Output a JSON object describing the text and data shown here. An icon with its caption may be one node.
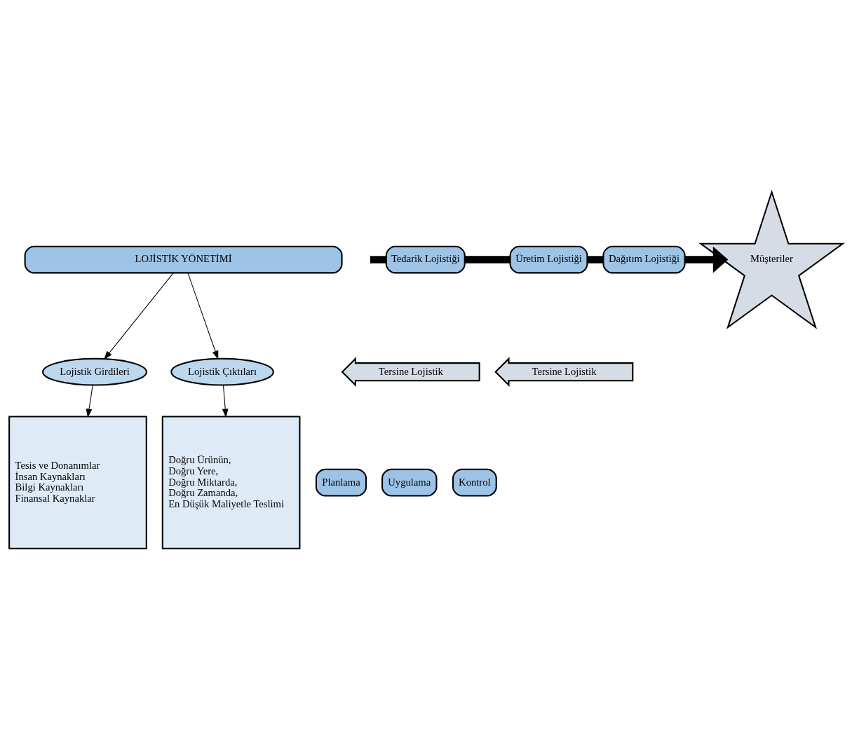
{
  "diagram": {
    "nodes": [
      {
        "text": [
          "LOJİSTİK YÖNETİMİ"
        ]
      },
      {
        "text": [
          "Lojistik Girdileri"
        ]
      },
      {
        "text": [
          "Lojistik Çıktıları"
        ]
      },
      {
        "text": [
          "Tesis ve Donanımlar",
          "İnsan Kaynakları",
          "Bilgi Kaynakları",
          "Finansal Kaynaklar"
        ]
      },
      {
        "text": [
          "Planlama"
        ]
      },
      {
        "text": [
          "Uygulama"
        ]
      },
      {
        "text": [
          "Kontrol"
        ]
      },
      {
        "text": [
          "Doğru Ürünün,",
          "Doğru Yere,",
          "Doğru Miktarda,",
          "Doğru Zamanda,",
          "En Düşük Maliyetle Teslimi"
        ]
      },
      {
        "text": [
          "Tedarik Lojistiği"
        ]
      },
      {
        "text": [
          "Üretim Lojistiği"
        ]
      },
      {
        "text": [
          "Dağıtım Lojistiği"
        ]
      },
      {
        "text": [
          "Müşteriler"
        ]
      },
      {
        "text": [
          "Tersine Lojistik"
        ]
      },
      {
        "text": [
          "Tersine Lojistik"
        ]
      }
    ],
    "edges": [
      {
        "from": 0,
        "to": 1,
        "arrow": "to"
      },
      {
        "from": 0,
        "to": 2,
        "arrow": "to"
      },
      {
        "from": 1,
        "to": 3,
        "arrow": "to"
      },
      {
        "from": 2,
        "to": 7,
        "arrow": "to"
      },
      {
        "from": null,
        "to": 8,
        "arrow": "none",
        "style": "thick"
      },
      {
        "from": 8,
        "to": 9,
        "arrow": "none",
        "style": "thick"
      },
      {
        "from": 9,
        "to": 10,
        "arrow": "none",
        "style": "thick"
      },
      {
        "from": 10,
        "to": 11,
        "arrow": "to",
        "style": "thick"
      }
    ]
  }
}
